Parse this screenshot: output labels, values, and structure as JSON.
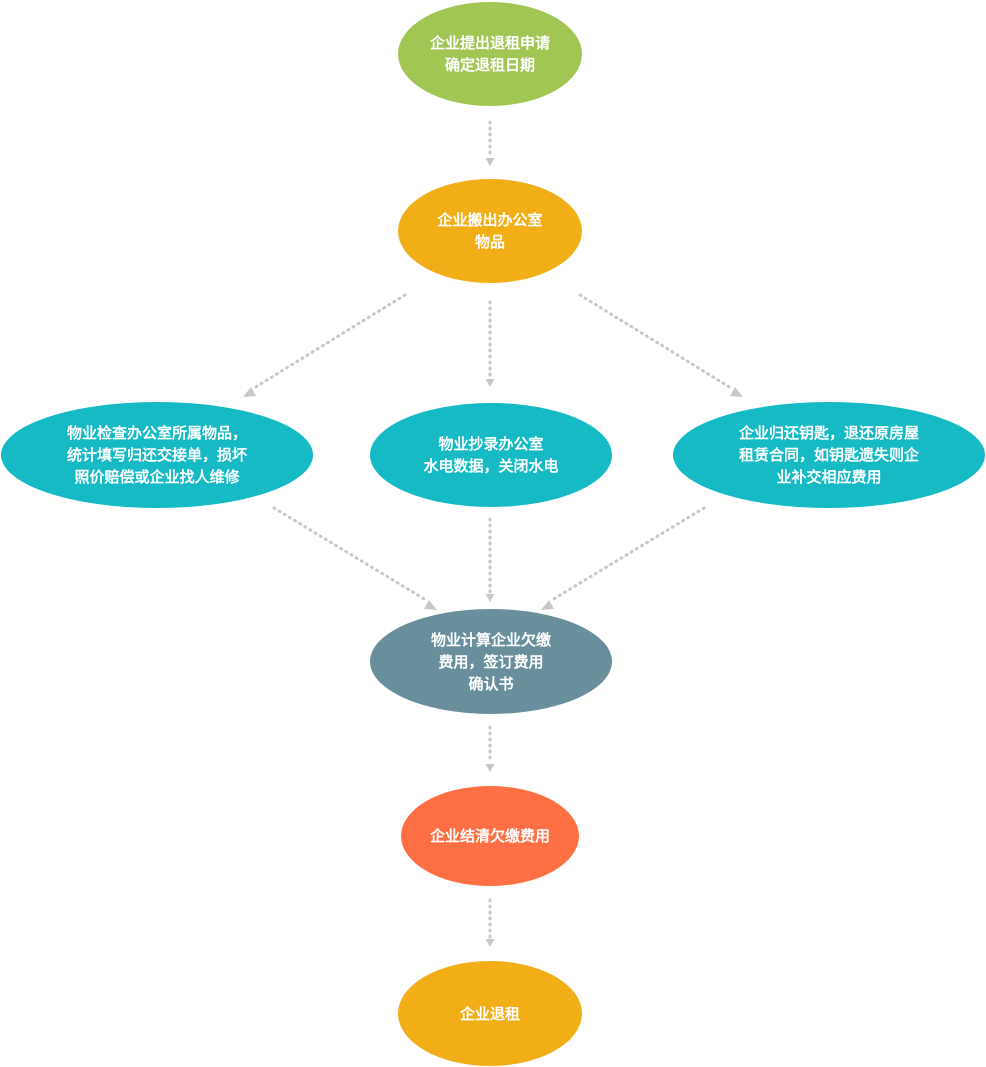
{
  "flowchart": {
    "nodes": [
      {
        "id": "apply",
        "text": "企业提出退租申请\n确定退租日期",
        "color": "#a2c654"
      },
      {
        "id": "move-out",
        "text": "企业搬出办公室\n物品",
        "color": "#f2ae17"
      },
      {
        "id": "inspect",
        "text": "物业检查办公室所属物品，\n统计填写归还交接单，损坏\n照价赔偿或企业找人维修",
        "color": "#15bac4"
      },
      {
        "id": "meter",
        "text": "物业抄录办公室\n水电数据，关闭水电",
        "color": "#15bac4"
      },
      {
        "id": "keys",
        "text": "企业归还钥匙，退还原房屋\n租赁合同，如钥匙遗失则企\n业补交相应费用",
        "color": "#15bac4"
      },
      {
        "id": "calculate",
        "text": "物业计算企业欠缴\n费用，签订费用\n确认书",
        "color": "#6a8f9c"
      },
      {
        "id": "settle",
        "text": "企业结清欠缴费用",
        "color": "#ff6f44"
      },
      {
        "id": "end",
        "text": "企业退租",
        "color": "#f2ae17"
      }
    ],
    "connector_color": "#c8c8c8"
  }
}
